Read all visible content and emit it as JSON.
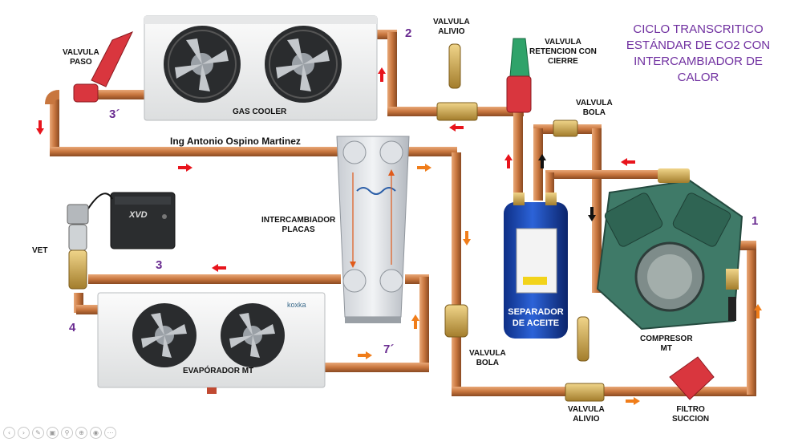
{
  "title": "CICLO TRANSCRITICO ESTÁNDAR DE CO2 CON INTERCAMBIADOR DE CALOR",
  "author": "Ing Antonio Ospino Martinez",
  "labels": {
    "gas_cooler": "GAS COOLER",
    "valvula_paso": "VALVULA\nPASO",
    "valvula_alivio_top": "VALVULA\nALIVIO",
    "valvula_retencion": "VALVULA\nRETENCION CON\nCIERRE",
    "valvula_bola_top": "VALVULA\nBOLA",
    "intercambiador": "INTERCAMBIADOR\nPLACAS",
    "vet": "VET",
    "separador": "SEPARADOR\nDE ACEITE",
    "valvula_bola_bottom": "VALVULA\nBOLA",
    "valvula_alivio_bottom": "VALVULA\nALIVIO",
    "filtro_succion": "FILTRO\nSUCCION",
    "compresor": "COMPRESOR\nMT",
    "evaporador": "EVAPÓRADOR MT"
  },
  "points": {
    "p1": "1",
    "p2": "2",
    "p3": "3",
    "p3p": "3´",
    "p4": "4",
    "p7p": "7´"
  },
  "brand_text": "koxka",
  "controller_text": "XVD",
  "colors": {
    "pipe": "#c8763e",
    "pipe_light": "#e9a878",
    "arrow_red": "#e8141c",
    "arrow_orange": "#f07d1a",
    "arrow_black": "#111111",
    "title": "#7030a0",
    "point": "#6a2c91",
    "separator_blue": "#1f4fc4",
    "compressor_green": "#3f7a68",
    "valve_red": "#d9363e",
    "valve_brass": "#c9a24a"
  },
  "toolbar": [
    "prev-icon",
    "next-icon",
    "pen-icon",
    "slides-icon",
    "search-icon",
    "zoom-icon",
    "camera-icon",
    "more-icon"
  ]
}
